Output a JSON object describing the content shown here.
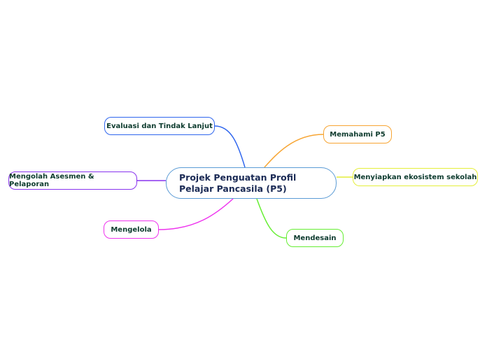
{
  "central": {
    "title": "Projek Penguatan Profil Pelajar Pancasila (P5)",
    "color": "#5b9bd5"
  },
  "branches": [
    {
      "label": "Evaluasi dan Tindak Lanjut",
      "color": "#2f66ee"
    },
    {
      "label": "Memahami P5",
      "color": "#f7a533"
    },
    {
      "label": "Menyiapkan ekosistem sekolah",
      "color": "#e4ee3a"
    },
    {
      "label": "Mendesain",
      "color": "#66ee33"
    },
    {
      "label": "Mengelola",
      "color": "#ee33ee"
    },
    {
      "label": "Mengolah Asesmen & Pelaporan",
      "color": "#8833ee"
    }
  ]
}
